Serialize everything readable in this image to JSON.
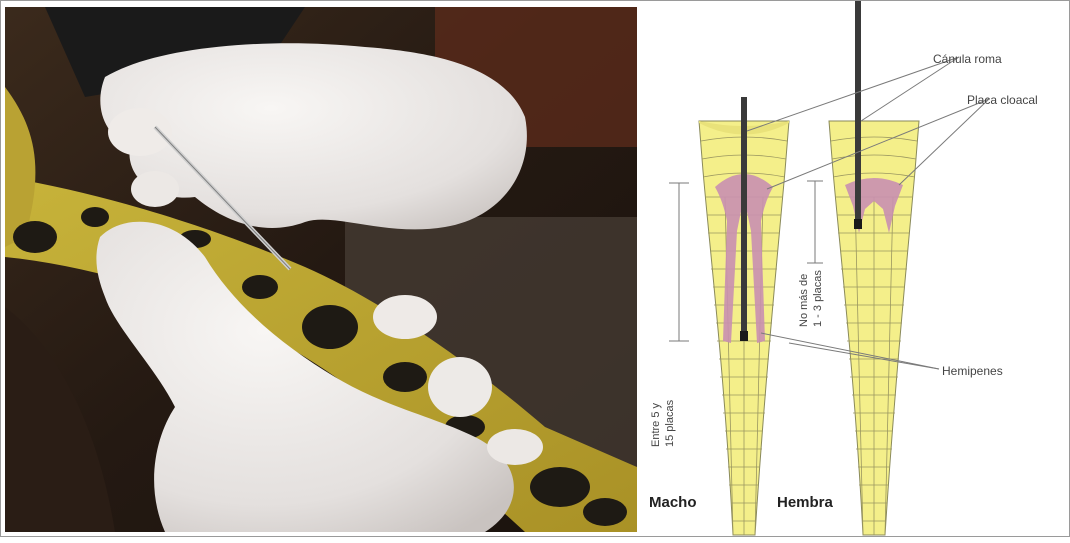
{
  "photo": {
    "description_icon": "snake-probing-photo"
  },
  "diagram": {
    "labels": {
      "cannula": "Cánula roma",
      "cloacal_plate": "Placa cloacal",
      "hemipenes": "Hemipenes",
      "male_depth_line1": "Entre 5 y",
      "male_depth_line2": "15 placas",
      "female_depth_line1": "No más de",
      "female_depth_line2": "1 - 3 placas",
      "male": "Macho",
      "female": "Hembra"
    },
    "colors": {
      "scales": "#f4ef8a",
      "scale_lines": "#9a9660",
      "hemipenes": "#c98fb0",
      "probe": "#3a3a3a",
      "lines": "#7a7a7a"
    }
  }
}
